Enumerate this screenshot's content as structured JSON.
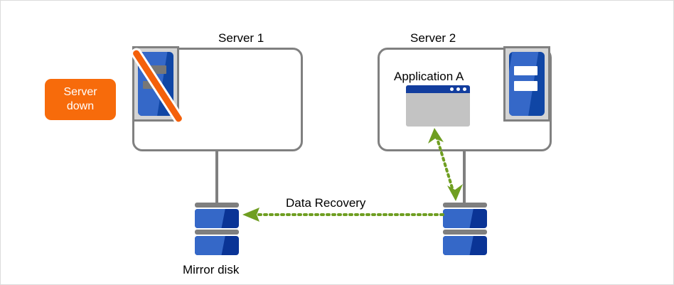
{
  "diagram": {
    "title_server1": "Server 1",
    "title_server2": "Server 2",
    "badge_line1": "Server",
    "badge_line2": "down",
    "application_label": "Application A",
    "mirror_disk_label": "Mirror disk",
    "data_recovery_label": "Data Recovery",
    "icons": {
      "server1_unit": "server-unit-disabled-icon",
      "server2_unit": "server-unit-icon",
      "app_window": "application-window-icon",
      "disk_left": "mirror-disk-icon",
      "disk_right": "mirror-disk-icon",
      "recovery_arrow": "dotted-left-arrow-icon",
      "sync_arrow": "dotted-double-arrow-icon"
    },
    "colors": {
      "badge_background": "#f76b0b",
      "badge_text": "#ffffff",
      "box_border": "#808080",
      "arrow_green": "#6f9e21",
      "disk_blue_dark": "#0a3496",
      "disk_blue_light": "#3568c8",
      "slash_orange": "#f4600a",
      "app_titlebar": "#123d9e",
      "app_body": "#c3c3c3",
      "tray_grey": "#d4d4d4",
      "connector_grey": "#7f7f7f",
      "canvas_border": "#dcdcdc"
    }
  }
}
